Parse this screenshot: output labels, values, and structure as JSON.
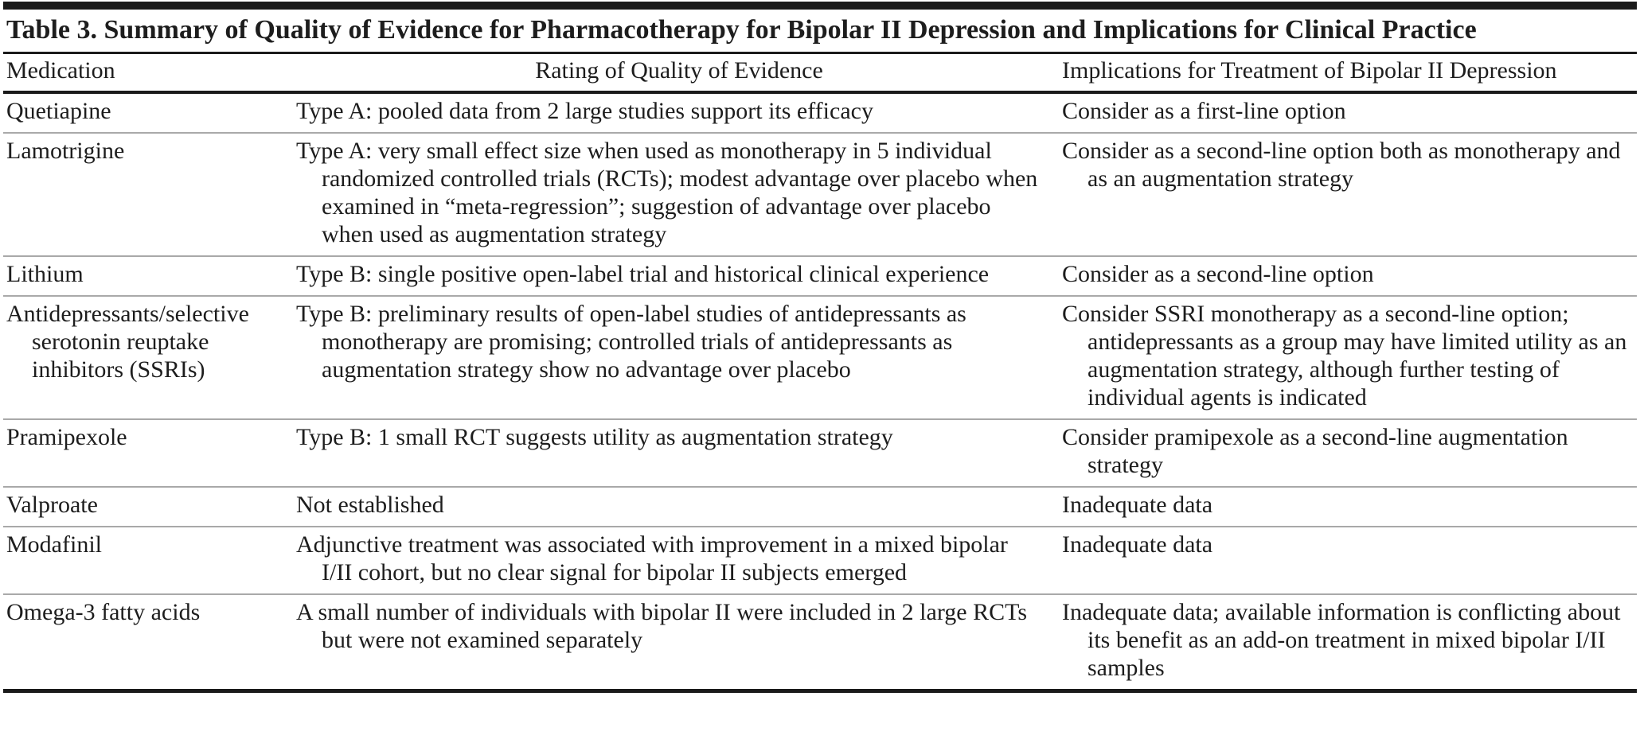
{
  "table": {
    "title": "Table 3. Summary of Quality of Evidence for Pharmacotherapy for Bipolar II Depression and Implications for Clinical Practice",
    "columns": {
      "medication": "Medication",
      "rating": "Rating of Quality of Evidence",
      "implications": "Implications for Treatment of Bipolar II Depression"
    },
    "rows": [
      {
        "medication": "Quetiapine",
        "rating": "Type A: pooled data from 2 large studies support its efficacy",
        "implications": "Consider as a first-line option"
      },
      {
        "medication": "Lamotrigine",
        "rating": "Type A: very small effect size when used as monotherapy in 5 individual randomized controlled trials (RCTs); modest advantage over placebo when examined in “meta-regression”; suggestion of advantage over placebo when used as augmentation strategy",
        "implications": "Consider as a second-line option both as monotherapy and as an augmentation strategy"
      },
      {
        "medication": "Lithium",
        "rating": "Type B: single positive open-label trial and historical clinical experience",
        "implications": "Consider as a second-line option"
      },
      {
        "medication": "Antidepressants/selective serotonin reuptake inhibitors (SSRIs)",
        "rating": "Type B: preliminary results of open-label studies of antidepressants as monotherapy are promising; controlled trials of antidepressants as augmentation strategy show no advantage over placebo",
        "implications": "Consider SSRI monotherapy as a second-line option; antidepressants as a group may have limited utility as an augmentation strategy, although further testing of individual agents is indicated"
      },
      {
        "medication": "Pramipexole",
        "rating": "Type B: 1 small RCT suggests utility as augmentation strategy",
        "implications": "Consider pramipexole as a second-line augmentation strategy"
      },
      {
        "medication": "Valproate",
        "rating": "Not established",
        "implications": "Inadequate data"
      },
      {
        "medication": "Modafinil",
        "rating": "Adjunctive treatment was associated with improvement in a mixed bipolar I/II cohort, but no clear signal for bipolar II subjects emerged",
        "implications": "Inadequate data"
      },
      {
        "medication": "Omega-3 fatty acids",
        "rating": "A small number of individuals with bipolar II were included in 2 large RCTs but were not examined separately",
        "implications": "Inadequate data; available information is conflicting about its benefit as an add-on treatment in mixed bipolar I/II samples"
      }
    ],
    "colors": {
      "text": "#1d1d1d",
      "rule_dark": "#1a1a1a",
      "rule_light": "#a9a9a9",
      "background": "#ffffff"
    }
  }
}
